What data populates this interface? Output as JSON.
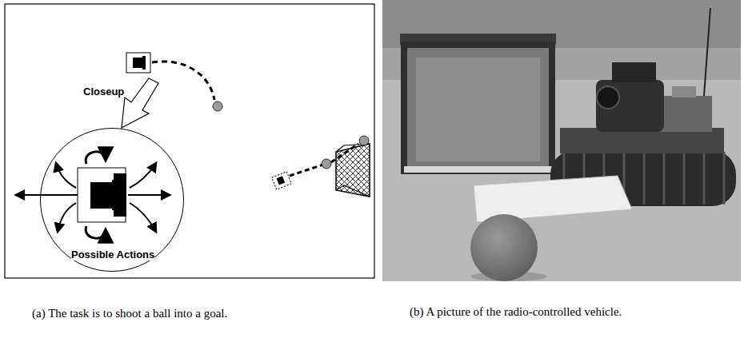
{
  "diagram": {
    "nodes": [
      {
        "text": [
          "Possible Actions"
        ]
      }
    ],
    "labels": [
      "Closeup",
      "(a) The task is to shoot a ball into a goal.",
      "(b) A picture of the radio-controlled vehicle."
    ]
  }
}
